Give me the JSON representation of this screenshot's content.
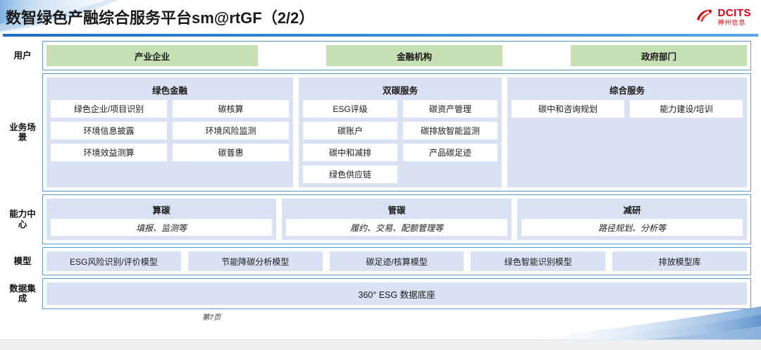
{
  "header": {
    "title": "数智绿色产融综合服务平台sm@rtGF（2/2）",
    "logo_en": "DCITS",
    "logo_cn": "神州信息"
  },
  "colors": {
    "accent_blue": "#5b9bd5",
    "divider_blue": "#2f86d8",
    "user_green": "#c6e0b4",
    "group_bg": "#d9e1f2",
    "logo_red": "#d9000d"
  },
  "rows": {
    "users": {
      "label": "用户",
      "items": [
        "产业企业",
        "金融机构",
        "政府部门"
      ]
    },
    "scenarios": {
      "label": "业务场景",
      "groups": [
        {
          "title": "绿色金融",
          "tiles": [
            "绿色企业/项目识别",
            "碳核算",
            "环境信息披露",
            "环境风险监测",
            "环境效益测算",
            "碳普惠"
          ]
        },
        {
          "title": "双碳服务",
          "tiles": [
            "ESG评级",
            "碳资产管理",
            "碳账户",
            "碳排放智能监测",
            "碳中和减排",
            "产品碳足迹",
            "绿色供应链"
          ]
        },
        {
          "title": "综合服务",
          "tiles": [
            "碳中和咨询规划",
            "能力建设/培训"
          ]
        }
      ]
    },
    "capability": {
      "label": "能力中心",
      "groups": [
        {
          "title": "算碳",
          "subtitle": "填报、监测等"
        },
        {
          "title": "管碳",
          "subtitle": "履约、交易、配额管理等"
        },
        {
          "title": "减研",
          "subtitle": "路径规划、分析等"
        }
      ]
    },
    "models": {
      "label": "模型",
      "items": [
        "ESG风险识别/评价模型",
        "节能降碳分析模型",
        "碳足迹/核算模型",
        "绿色智能识别模型",
        "排放模型库"
      ]
    },
    "data": {
      "label": "数据集成",
      "bar_text": "360° ESG 数据底座"
    }
  },
  "footer": {
    "page_label": "第7页"
  }
}
